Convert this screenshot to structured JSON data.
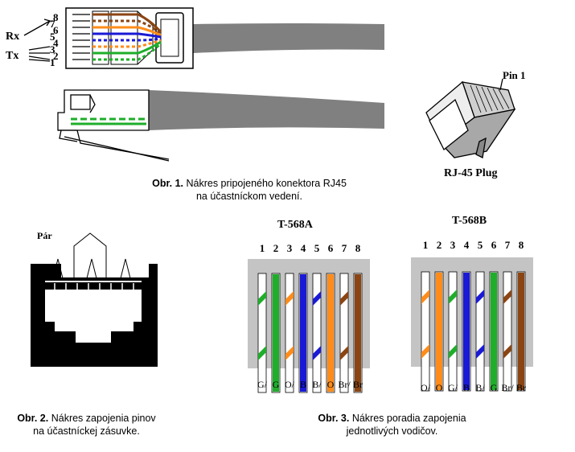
{
  "colors": {
    "cable_gray": "#808080",
    "brown": "#8b4513",
    "orange": "#ff8c1a",
    "green": "#1fae2a",
    "blue": "#1a1ad6",
    "panel_gray": "#c4c4c4"
  },
  "fig1": {
    "rx_label": "Rx",
    "tx_label": "Tx",
    "pin_numbers": [
      "8",
      "7",
      "6",
      "5",
      "4",
      "3",
      "2",
      "1"
    ],
    "caption_num": "Obr. 1.",
    "caption_text": "Nákres pripojeného konektora RJ45",
    "caption_line2": "na účastníckom vedení."
  },
  "plug": {
    "pin1_label": "Pin 1",
    "title": "RJ-45 Plug"
  },
  "fig2": {
    "par_label": "Pár",
    "caption_num": "Obr. 2.",
    "caption_text": "Nákres zapojenia pinov",
    "caption_line2": "na účastníckej zásuvke."
  },
  "fig3": {
    "caption_num": "Obr. 3.",
    "caption_text": "Nákres poradia zapojenia",
    "caption_line2": "jednotlivých vodičov.",
    "t568a": {
      "title": "T-568A",
      "pins": [
        "1",
        "2",
        "3",
        "4",
        "5",
        "6",
        "7",
        "8"
      ],
      "wire_labels": [
        "G/",
        "G",
        "O/",
        "B",
        "B/",
        "O",
        "Br/",
        "Br"
      ],
      "wire_colors": [
        "green",
        "green",
        "orange",
        "blue",
        "blue",
        "orange",
        "brown",
        "brown"
      ],
      "striped": [
        true,
        false,
        true,
        false,
        true,
        false,
        true,
        false
      ]
    },
    "t568b": {
      "title": "T-568B",
      "pins": [
        "1",
        "2",
        "3",
        "4",
        "5",
        "6",
        "7",
        "8"
      ],
      "wire_labels": [
        "O/",
        "O",
        "G/",
        "B",
        "B/",
        "G",
        "Br/",
        "Br"
      ],
      "wire_colors": [
        "orange",
        "orange",
        "green",
        "blue",
        "blue",
        "green",
        "brown",
        "brown"
      ],
      "striped": [
        true,
        false,
        true,
        false,
        true,
        false,
        true,
        false
      ]
    }
  }
}
